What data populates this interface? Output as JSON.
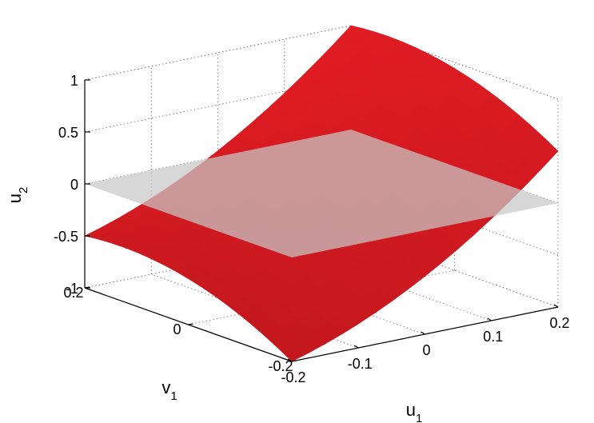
{
  "chart_data": {
    "type": "surface3d",
    "title": "",
    "xlabel": "u1",
    "ylabel": "v1",
    "zlabel": "u2",
    "xlim": [
      -0.2,
      0.2
    ],
    "ylim": [
      -0.2,
      0.2
    ],
    "zlim": [
      -1,
      1
    ],
    "xticks": [
      "-0.2",
      "-0.1",
      "0",
      "0.1",
      "0.2"
    ],
    "yticks": [
      "-0.2",
      "0",
      "0.2"
    ],
    "zticks": [
      "-1",
      "-0.5",
      "0",
      "0.5",
      "1"
    ],
    "grid": true,
    "series": [
      {
        "color": "#e31c23",
        "surface": "saddle",
        "corners": [
          {
            "x": -0.2,
            "y": -0.2,
            "z": -1.0
          },
          {
            "x": 0.2,
            "y": -0.2,
            "z": 0.5
          },
          {
            "x": 0.2,
            "y": 0.2,
            "z": 1.0
          },
          {
            "x": -0.2,
            "y": 0.2,
            "z": -0.5
          }
        ]
      },
      {
        "color": "#c8c8c8",
        "surface": "plane",
        "z": 0
      }
    ]
  }
}
